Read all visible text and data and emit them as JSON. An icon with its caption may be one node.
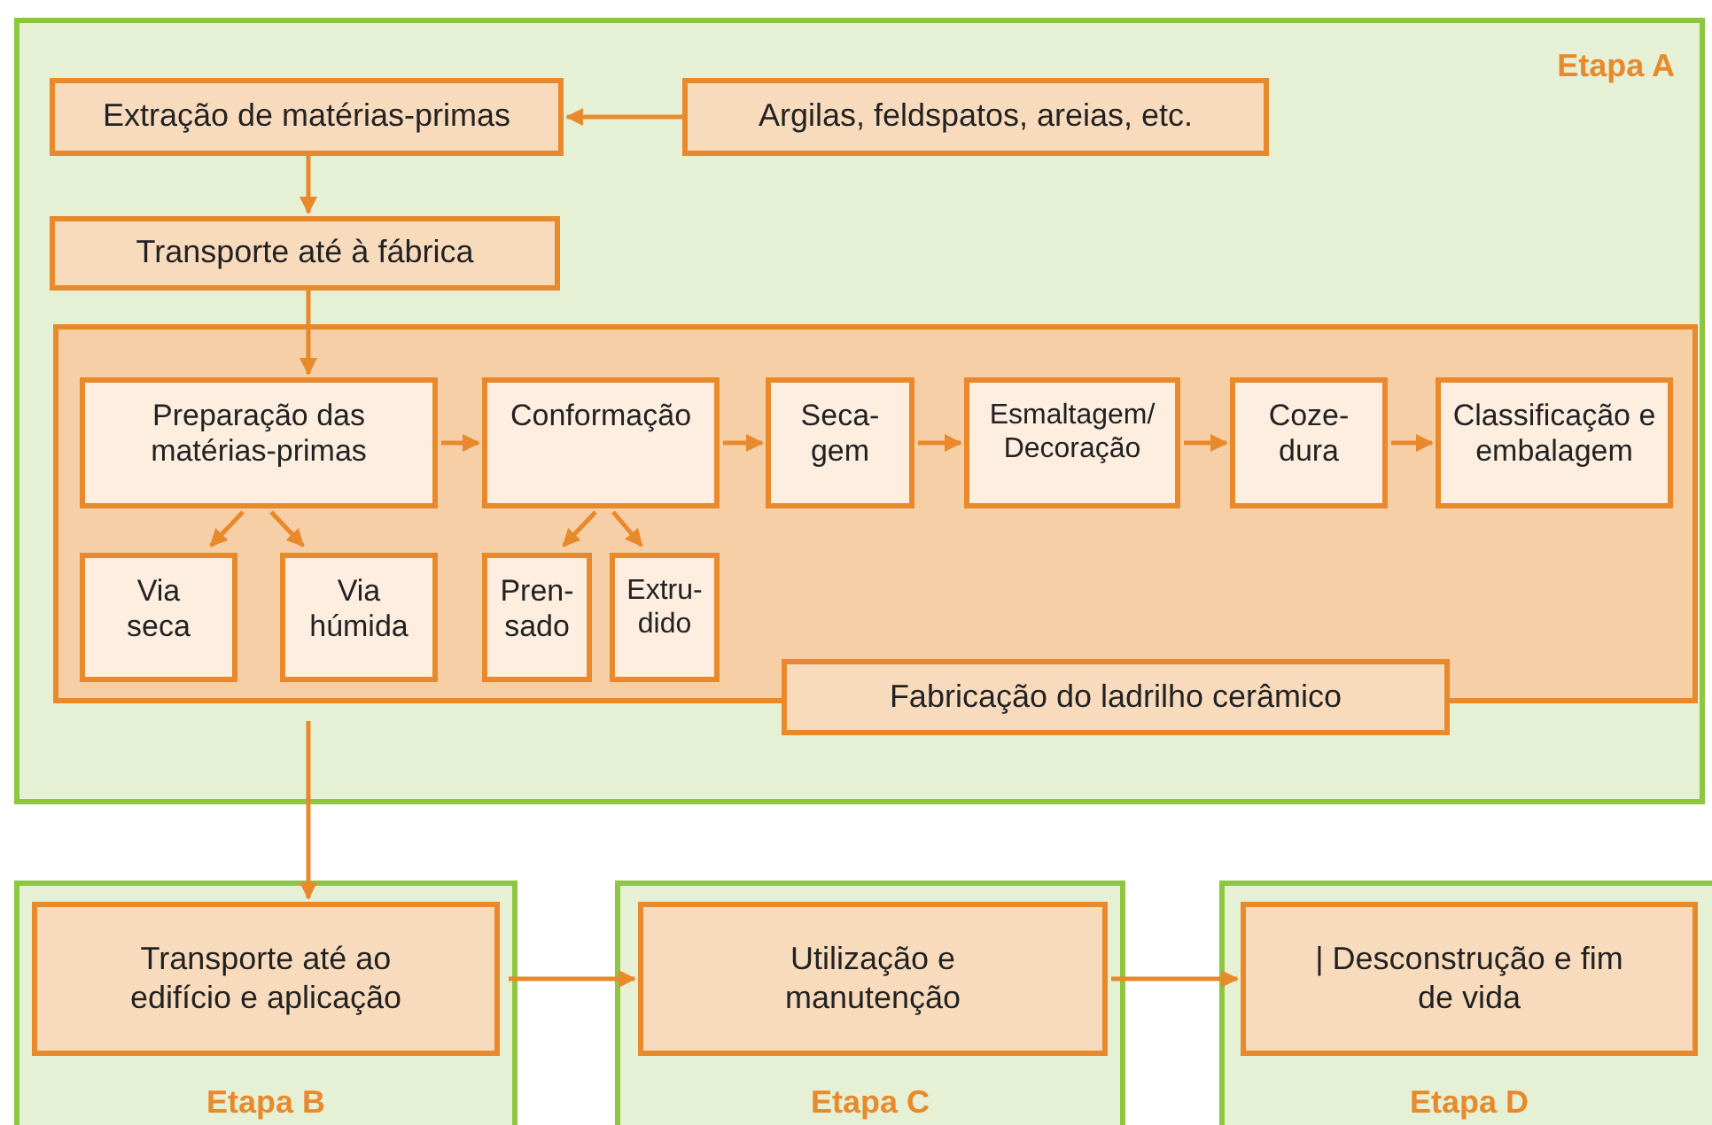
{
  "diagram": {
    "nodes": [
      {
        "text": [
          "Etapa A"
        ]
      },
      {
        "text": [
          "Extração de matérias-primas"
        ],
        "in": 0
      },
      {
        "text": [
          "Argilas, feldspatos, areias, etc."
        ],
        "in": 0
      },
      {
        "text": [
          "Transporte até à fábrica"
        ],
        "in": 0
      },
      {
        "text": [],
        "shape": "box",
        "in": 0
      },
      {
        "text": [
          "Fabricação do ladrilho cerâmico"
        ],
        "in": 0
      },
      {
        "text": [
          "Preparação das matérias-primas"
        ],
        "in": 4
      },
      {
        "text": [
          "Via seca"
        ],
        "in": 4
      },
      {
        "text": [
          "Via húmida"
        ],
        "in": 4
      },
      {
        "text": [
          "Conformação"
        ],
        "in": 4
      },
      {
        "text": [
          "Pren- sado"
        ],
        "in": 4
      },
      {
        "text": [
          "Extru- dido"
        ],
        "in": 4
      },
      {
        "text": [
          "Seca- gem"
        ],
        "in": 4
      },
      {
        "text": [
          "Esmaltagem/ Decoração"
        ],
        "in": 4
      },
      {
        "text": [
          "Coze- dura"
        ],
        "in": 4
      },
      {
        "text": [
          "Classificação e embalagem"
        ],
        "in": 4
      },
      {
        "text": [
          "Etapa B"
        ]
      },
      {
        "text": [
          "Transporte até ao edifício e aplicação"
        ],
        "in": 16
      },
      {
        "text": [
          "Etapa C"
        ]
      },
      {
        "text": [
          "Utilização e manutenção"
        ],
        "in": 18
      },
      {
        "text": [
          "Etapa D"
        ]
      },
      {
        "text": [
          "| Desconstrução e fim de vida"
        ],
        "in": 20
      }
    ],
    "edges": [
      {
        "from": 2,
        "to": 1,
        "arrow": "to"
      },
      {
        "from": 1,
        "to": 3,
        "arrow": "to"
      },
      {
        "from": 3,
        "to": 6,
        "arrow": "to"
      },
      {
        "from": 6,
        "to": 9,
        "arrow": "to"
      },
      {
        "from": 9,
        "to": 12,
        "arrow": "to"
      },
      {
        "from": 12,
        "to": 13,
        "arrow": "to"
      },
      {
        "from": 13,
        "to": 14,
        "arrow": "to"
      },
      {
        "from": 14,
        "to": 15,
        "arrow": "to"
      },
      {
        "from": 6,
        "to": 7,
        "arrow": "to"
      },
      {
        "from": 6,
        "to": 8,
        "arrow": "to"
      },
      {
        "from": 9,
        "to": 10,
        "arrow": "to"
      },
      {
        "from": 9,
        "to": 11,
        "arrow": "to"
      },
      {
        "from": 4,
        "to": 17,
        "arrow": "to"
      },
      {
        "from": 17,
        "to": 19,
        "arrow": "to"
      },
      {
        "from": 19,
        "to": 21,
        "arrow": "to"
      }
    ]
  }
}
